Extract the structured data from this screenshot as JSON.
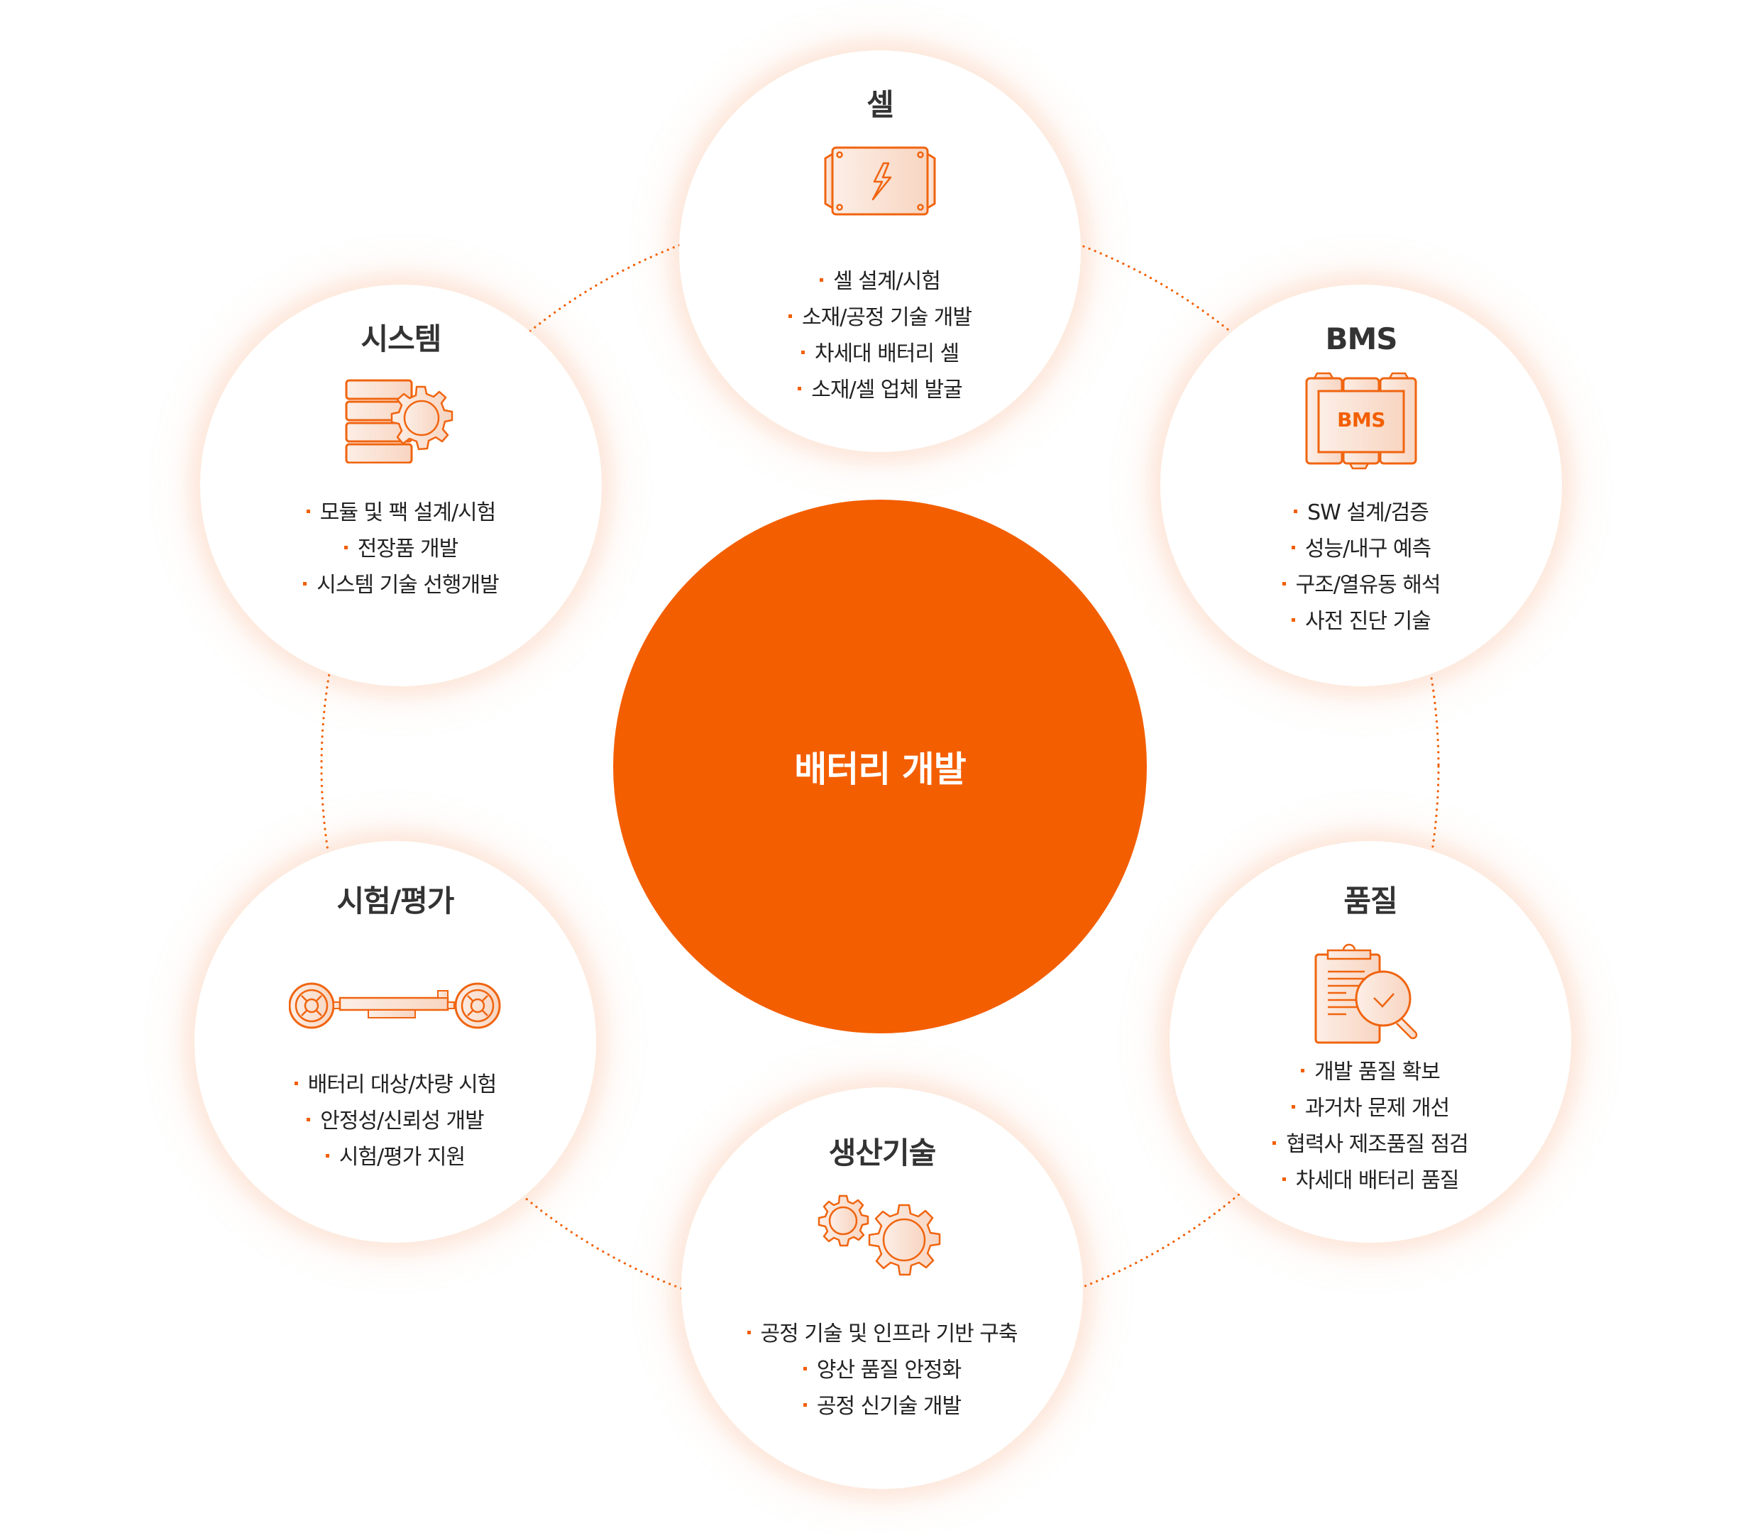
{
  "colors": {
    "accent": "#F35E00",
    "icon_stroke": "#F0640F",
    "icon_fill_light": "#FCEDE4",
    "icon_fill_dark": "#F8D6C3",
    "title_text": "#333333",
    "body_text": "#222222",
    "glow": "#F9D9C6"
  },
  "center": {
    "label": "배터리 개발"
  },
  "nodes": {
    "cell": {
      "title": "셀",
      "icon": "battery-cell-icon",
      "items": [
        "셀 설계/시험",
        "소재/공정 기술 개발",
        "차세대 배터리 셀",
        "소재/셀 업체 발굴"
      ]
    },
    "system": {
      "title": "시스템",
      "icon": "module-gear-icon",
      "items": [
        "모듈 및 팩 설계/시험",
        "전장품 개발",
        "시스템 기술 선행개발"
      ]
    },
    "bms": {
      "title": "BMS",
      "icon": "bms-board-icon",
      "icon_label": "BMS",
      "items": [
        "SW 설계/검증",
        "성능/내구 예측",
        "구조/열유동 해석",
        "사전 진단 기술"
      ]
    },
    "test": {
      "title": "시험/평가",
      "icon": "axle-wheels-icon",
      "items": [
        "배터리 대상/차량 시험",
        "안정성/신뢰성 개발",
        "시험/평가 지원"
      ]
    },
    "quality": {
      "title": "품질",
      "icon": "clipboard-magnifier-icon",
      "items": [
        "개발 품질 확보",
        "과거차 문제 개선",
        "협력사 제조품질 점검",
        "차세대 배터리 품질"
      ]
    },
    "production": {
      "title": "생산기술",
      "icon": "gears-icon",
      "items": [
        "공정 기술 및 인프라 기반 구축",
        "양산 품질 안정화",
        "공정 신기술 개발"
      ]
    }
  }
}
